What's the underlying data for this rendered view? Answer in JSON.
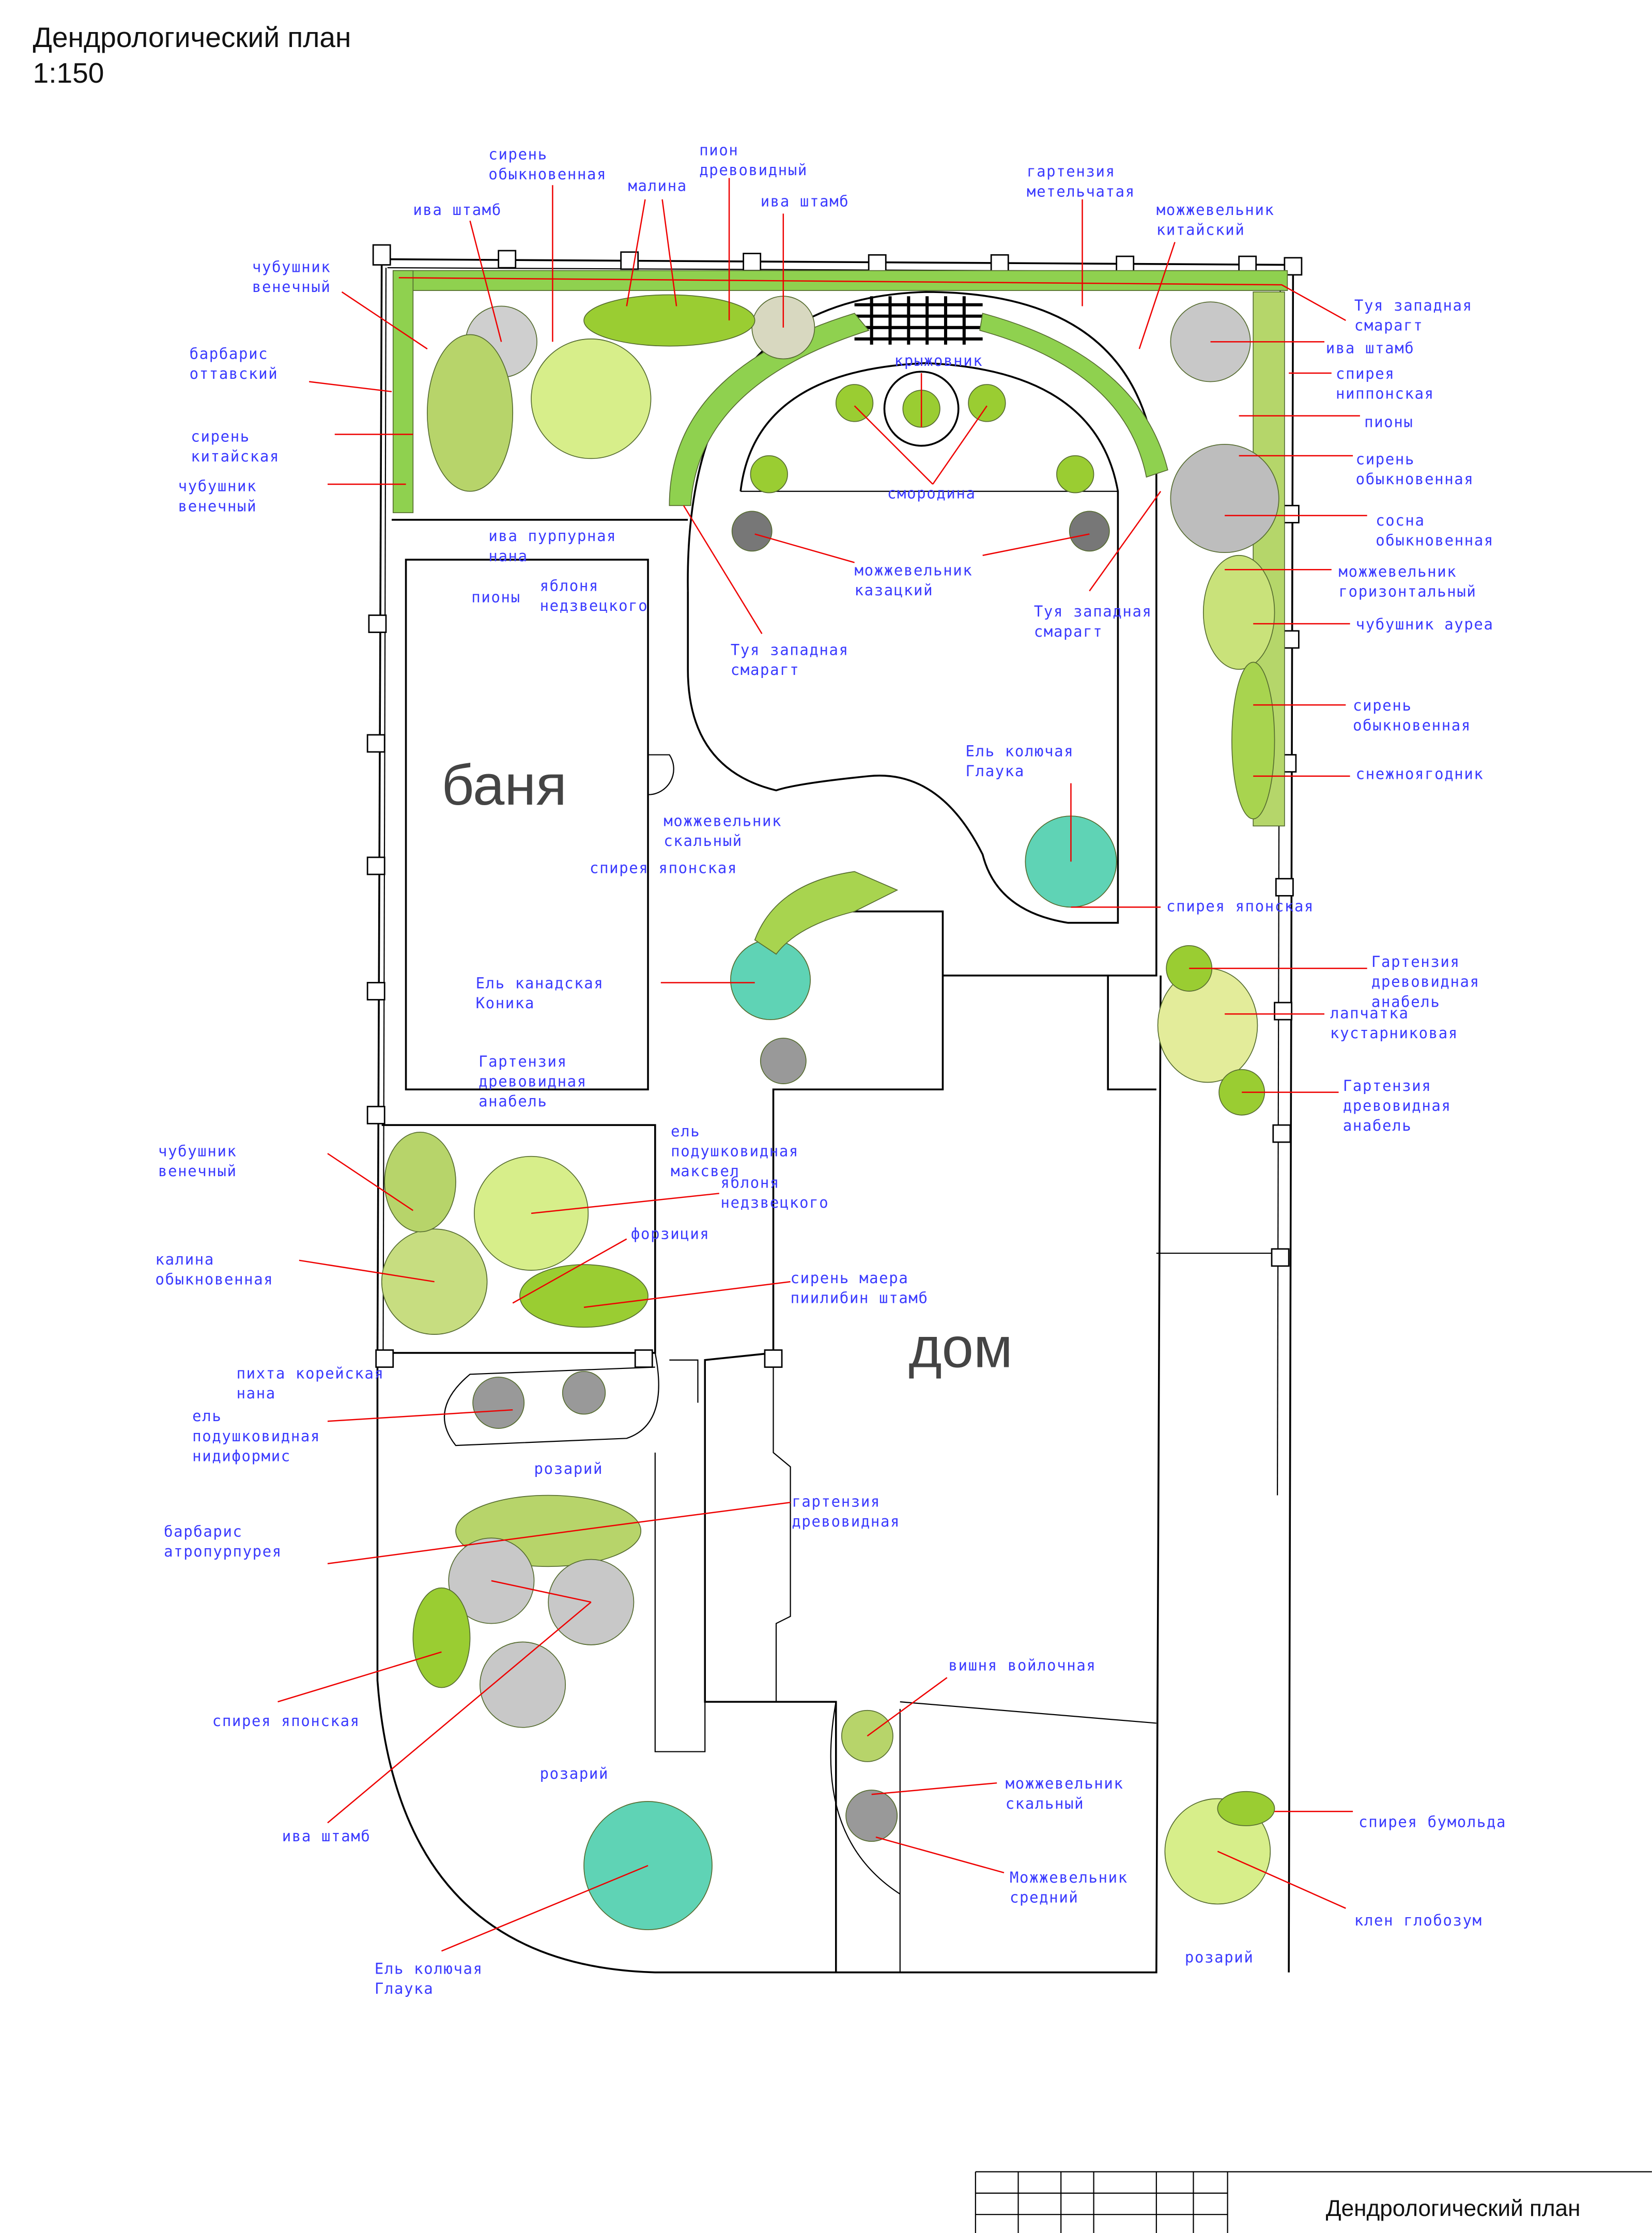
{
  "header": {
    "title": "Дендрологический план",
    "scale": "1:150"
  },
  "buildings": {
    "bath": "баня",
    "house": "дом"
  },
  "title_block": {
    "name": "Дендрологический план"
  },
  "labels": [
    [
      "сирень",
      "обыкновенная"
    ],
    [
      "пион",
      "древовидный"
    ],
    [
      "малина"
    ],
    [
      "ива штамб"
    ],
    [
      "ива штамб"
    ],
    [
      "гартензия",
      "метельчатая"
    ],
    [
      "можжевельник",
      "китайский"
    ],
    [
      "чубушник",
      "венечный"
    ],
    [
      "Туя западная",
      "смарагт"
    ],
    [
      "ива штамб"
    ],
    [
      "барбарис",
      "оттавский"
    ],
    [
      "спирея",
      "ниппонская"
    ],
    [
      "пионы"
    ],
    [
      "сирень",
      "китайская"
    ],
    [
      "сирень",
      "обыкновенная"
    ],
    [
      "чубушник",
      "венечный"
    ],
    [
      "крыжовник"
    ],
    [
      "смородина"
    ],
    [
      "сосна",
      "обыкновенная"
    ],
    [
      "ива пурпурная",
      "нана"
    ],
    [
      "можжевельник",
      "казацкий"
    ],
    [
      "можжевельник",
      "горизонтальный"
    ],
    [
      "пионы"
    ],
    [
      "яблоня",
      "недзвецкого"
    ],
    [
      "Туя западная",
      "смарагт"
    ],
    [
      "чубушник ауреа"
    ],
    [
      "Туя западная",
      "смарагт"
    ],
    [
      "сирень",
      "обыкновенная"
    ],
    [
      "Ель колючая",
      "Глаука"
    ],
    [
      "снежноягодник"
    ],
    [
      "можжевельник",
      "скальный"
    ],
    [
      "спирея японская"
    ],
    [
      "спирея японская"
    ],
    [
      "Гартензия",
      "древовидная",
      "анабель"
    ],
    [
      "Ель канадская",
      "Коника"
    ],
    [
      "лапчатка",
      "кустарниковая"
    ],
    [
      "Гартензия",
      "древовидная",
      "анабель"
    ],
    [
      "Гартензия",
      "древовидная",
      "анабель"
    ],
    [
      "ель",
      "подушковидная",
      "максвел"
    ],
    [
      "яблоня",
      "недзвецкого"
    ],
    [
      "чубушник",
      "венечный"
    ],
    [
      "форзиция"
    ],
    [
      "калина",
      "обыкновенная"
    ],
    [
      "сирень маера",
      "пиилибин штамб"
    ],
    [
      "пихта корейская",
      "нана"
    ],
    [
      "ель",
      "подушковидная",
      "нидиформис"
    ],
    [
      "розарий"
    ],
    [
      "гартензия",
      "древовидная"
    ],
    [
      "барбарис",
      "атропурпурея"
    ],
    [
      "вишня войлочная"
    ],
    [
      "спирея японская"
    ],
    [
      "розарий"
    ],
    [
      "можжевельник",
      "скальный"
    ],
    [
      "спирея бумольда"
    ],
    [
      "ива штамб"
    ],
    [
      "Можжевельник",
      "средний"
    ],
    [
      "клен глобозум"
    ],
    [
      "розарий"
    ],
    [
      "Ель колючая",
      "Глаука"
    ]
  ],
  "colors": {
    "label": "#3a3aff",
    "leader": "#e00000",
    "foliage": "#9acd32",
    "conifer": "#5fd3b5",
    "willow": "#c8c8c8"
  }
}
